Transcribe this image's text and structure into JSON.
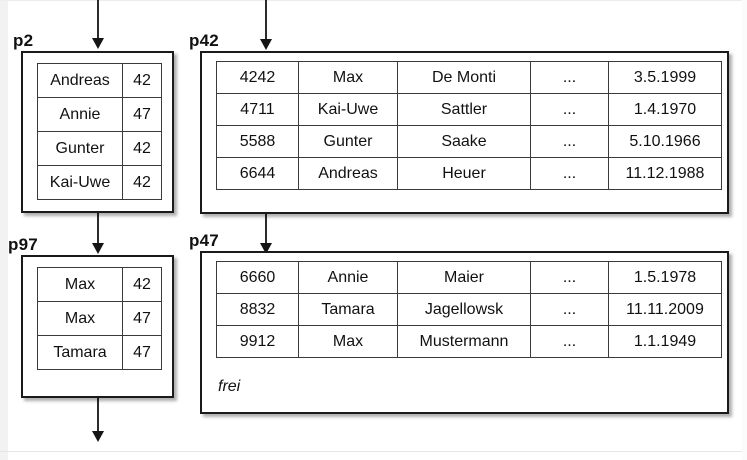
{
  "diagram": {
    "title": "hash-directory-page-diagram",
    "colors": {
      "background": "#ffffff",
      "box_border": "#1a1a1a",
      "table_border": "#3a3a3a",
      "text": "#111111",
      "arrow": "#2b2b2b"
    },
    "blocks": [
      {
        "id": "p2",
        "label": "p2",
        "kind": "index-page",
        "rows": [
          {
            "key": "Andreas",
            "value": "42"
          },
          {
            "key": "Annie",
            "value": "47"
          },
          {
            "key": "Gunter",
            "value": "42"
          },
          {
            "key": "Kai-Uwe",
            "value": "42"
          }
        ]
      },
      {
        "id": "p42",
        "label": "p42",
        "kind": "data-page",
        "rows": [
          {
            "id": "4242",
            "firstname": "Max",
            "lastname": "De Monti",
            "more": "...",
            "date": "3.5.1999"
          },
          {
            "id": "4711",
            "firstname": "Kai-Uwe",
            "lastname": "Sattler",
            "more": "...",
            "date": "1.4.1970"
          },
          {
            "id": "5588",
            "firstname": "Gunter",
            "lastname": "Saake",
            "more": "...",
            "date": "5.10.1966"
          },
          {
            "id": "6644",
            "firstname": "Andreas",
            "lastname": "Heuer",
            "more": "...",
            "date": "11.12.1988"
          }
        ]
      },
      {
        "id": "p97",
        "label": "p97",
        "kind": "index-page",
        "rows": [
          {
            "key": "Max",
            "value": "42"
          },
          {
            "key": "Max",
            "value": "47"
          },
          {
            "key": "Tamara",
            "value": "47"
          }
        ]
      },
      {
        "id": "p47",
        "label": "p47",
        "kind": "data-page",
        "free_label": "frei",
        "rows": [
          {
            "id": "6660",
            "firstname": "Annie",
            "lastname": "Maier",
            "more": "...",
            "date": "1.5.1978"
          },
          {
            "id": "8832",
            "firstname": "Tamara",
            "lastname": "Jagellowsk",
            "more": "...",
            "date": "11.11.2009"
          },
          {
            "id": "9912",
            "firstname": "Max",
            "lastname": "Mustermann",
            "more": "...",
            "date": "1.1.1949"
          }
        ]
      }
    ],
    "connectors": [
      {
        "id": "into-p2",
        "from": "top-edge",
        "to": "p2",
        "style": "arrow-down"
      },
      {
        "id": "into-p42",
        "from": "top-edge",
        "to": "p42",
        "style": "arrow-down"
      },
      {
        "id": "p2-to-p97",
        "from": "p2",
        "to": "p97",
        "style": "arrow-down"
      },
      {
        "id": "p42-to-p47",
        "from": "p42",
        "to": "p47",
        "style": "arrow-down"
      },
      {
        "id": "p97-out",
        "from": "p97",
        "to": "bottom-edge",
        "style": "arrow-down"
      }
    ]
  }
}
